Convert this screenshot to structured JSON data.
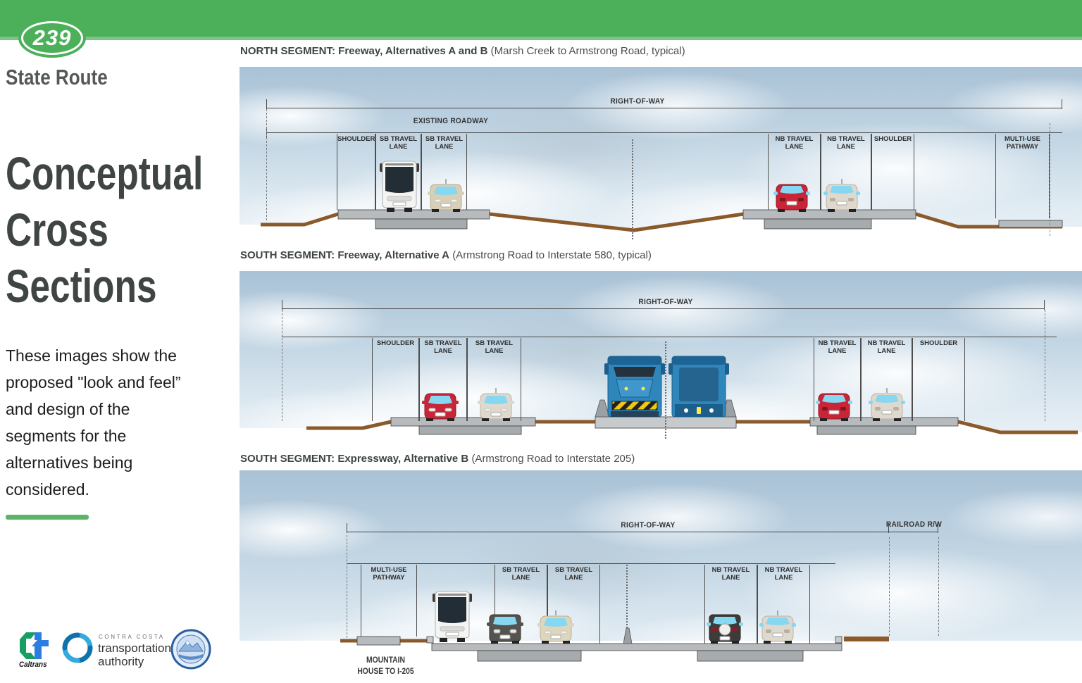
{
  "colors": {
    "accent_green": "#4cb05a",
    "title_gray": "#3e4543",
    "sky_blue": "#a9c2d6",
    "ground_brown": "#8a5a2b",
    "pavement_gray": "#b7bbbe",
    "train_blue": "#2f86bb"
  },
  "header": {
    "route_number": "239",
    "route_label": "State Route"
  },
  "intro": {
    "title_lines": [
      "Conceptual",
      "Cross",
      "Sections"
    ],
    "paragraph_lines": [
      "These images show the",
      "proposed \"look and feel”",
      "and design of the",
      "segments for the",
      "alternatives being",
      "considered."
    ]
  },
  "sections": [
    {
      "heading_bold": "NORTH SEGMENT: Freeway, Alternatives A and B",
      "heading_paren": "(Marsh Creek to Armstrong Road, typical)",
      "row_label": "RIGHT-OF-WAY",
      "existing_label": "EXISTING ROADWAY",
      "lanes": [
        "SHOULDER",
        "SB TRAVEL LANE",
        "SB TRAVEL LANE",
        "NB TRAVEL LANE",
        "NB TRAVEL LANE",
        "SHOULDER",
        "MULTI-USE PATHWAY"
      ],
      "vehicles": [
        "white bus",
        "beige van",
        "red car",
        "white car"
      ]
    },
    {
      "heading_bold": "SOUTH SEGMENT: Freeway, Alternative A",
      "heading_paren": "(Armstrong Road to Interstate 580, typical)",
      "row_label": "RIGHT-OF-WAY",
      "lanes": [
        "SHOULDER",
        "SB TRAVEL LANE",
        "SB TRAVEL LANE",
        "NB TRAVEL LANE",
        "NB TRAVEL LANE",
        "SHOULDER"
      ],
      "vehicles": [
        "red car",
        "white car",
        "blue locomotive",
        "blue locomotive",
        "red car",
        "white car"
      ]
    },
    {
      "heading_bold": "SOUTH SEGMENT: Expressway, Alternative B",
      "heading_paren": "(Armstrong Road to Interstate 205)",
      "row_label": "RIGHT-OF-WAY",
      "railroad_label": "RAILROAD R/W",
      "lanes": [
        "MULTI-USE PATHWAY",
        "SB TRAVEL LANE",
        "SB TRAVEL LANE",
        "NB TRAVEL LANE",
        "NB TRAVEL LANE"
      ],
      "bottom_label_lines": [
        "MOUNTAIN",
        "HOUSE TO I-205"
      ],
      "vehicles": [
        "white bus",
        "gray suv",
        "beige car",
        "gray suv",
        "silver car"
      ]
    }
  ],
  "logos": {
    "caltrans_wordmark": "Caltrans",
    "ccta_eyebrow": "CONTRA COSTA",
    "ccta_line1": "transportation",
    "ccta_line2": "authority",
    "icons": [
      "caltrans-logo",
      "ccta-swirl-logo",
      "county-seal"
    ]
  }
}
